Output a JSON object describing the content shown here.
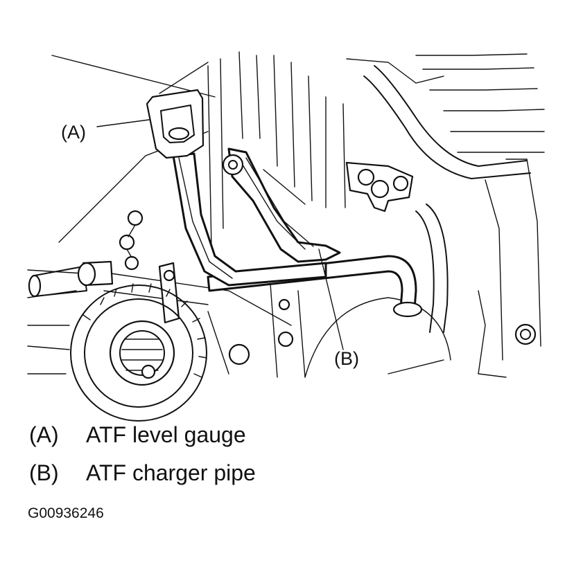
{
  "callouts": [
    {
      "id": "A",
      "label": "(A)"
    },
    {
      "id": "B",
      "label": "(B)"
    }
  ],
  "legend": [
    {
      "key": "(A)",
      "text": "ATF level gauge"
    },
    {
      "key": "(B)",
      "text": "ATF charger pipe"
    }
  ],
  "figure_code": "G00936246"
}
